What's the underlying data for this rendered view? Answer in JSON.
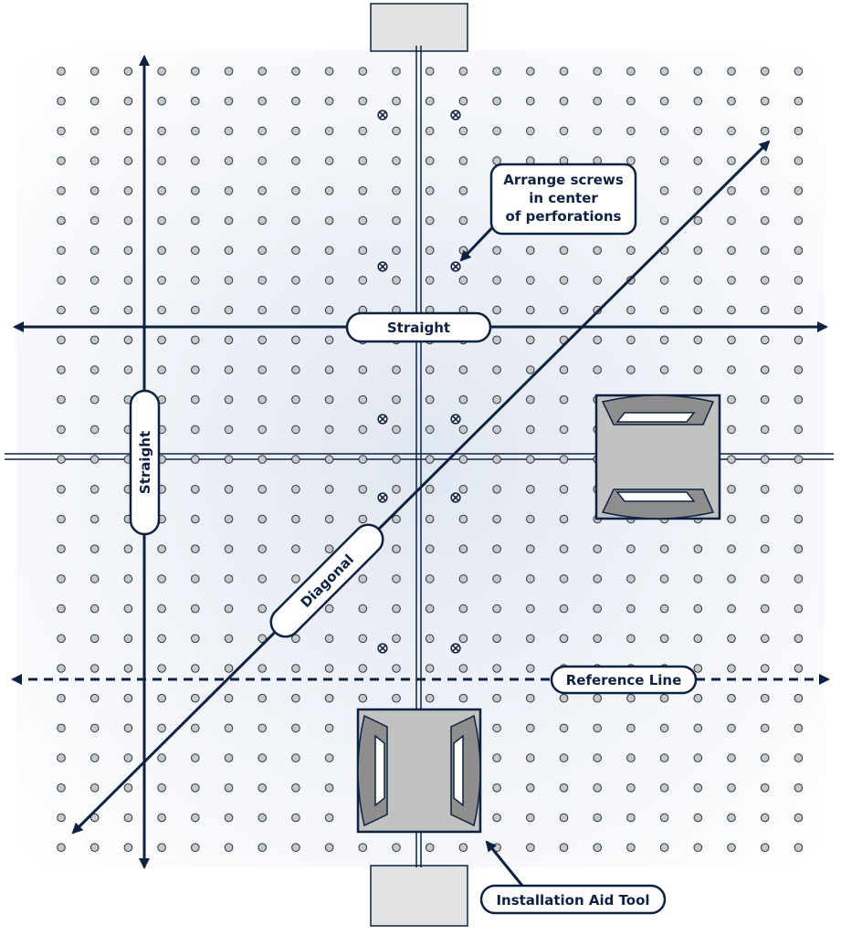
{
  "labels": {
    "straight_horizontal": "Straight",
    "straight_vertical": "Straight",
    "diagonal": "Diagonal",
    "reference_line": "Reference Line",
    "screws_note": [
      "Arrange screws",
      "in center",
      "of perforations"
    ],
    "tool": "Installation Aid Tool"
  },
  "colors": {
    "line": "#0d2240",
    "perforation": "#c8c8c8",
    "panel": "#edf1f7",
    "tool": "#c2c2c2"
  },
  "icons": {
    "screw": "screw-x-icon",
    "tool": "installation-aid-tool-icon"
  }
}
